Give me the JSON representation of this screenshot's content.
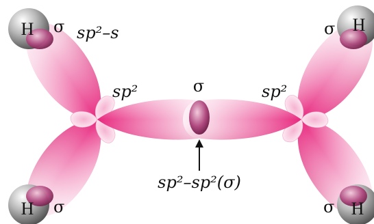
{
  "labels": {
    "sp2_s": "sp²–s",
    "sp2_left": "sp²",
    "sp2_right": "sp²",
    "sigma_center": "σ",
    "sigma_H_top_left": "σ",
    "sigma_H_top_right": "σ",
    "sigma_H_bottom_left": "σ",
    "sigma_H_bottom_right": "σ",
    "sp2_sp2_sigma": "sp²–sp²(σ)"
  },
  "atoms": {
    "h_top_left": "H",
    "h_top_right": "H",
    "h_bottom_left": "H",
    "h_bottom_right": "H"
  },
  "colors": {
    "lobe_deep": "#e8287e",
    "lobe_light": "#fbe3ef",
    "overlap": "#9c2a66",
    "h_sphere": "#6a6a6a"
  }
}
